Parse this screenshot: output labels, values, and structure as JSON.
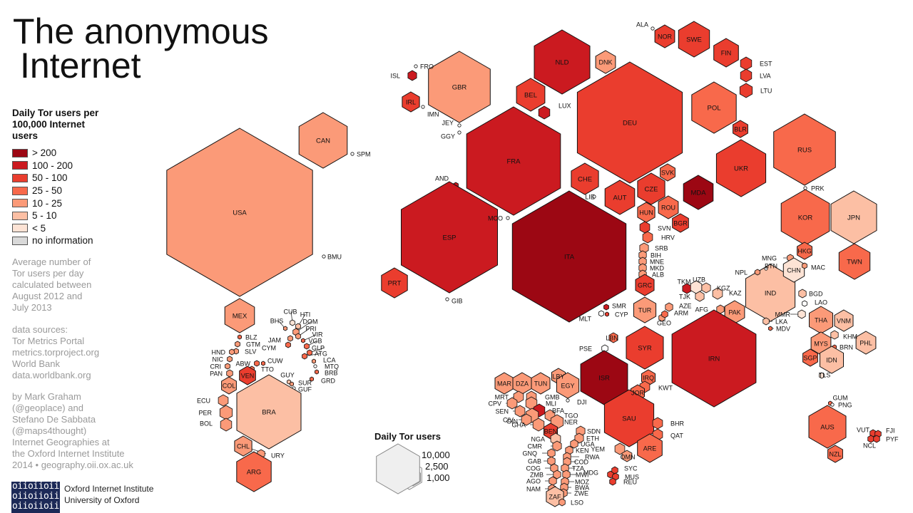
{
  "title": {
    "line1": "The anonymous",
    "line2": "Internet"
  },
  "legend": {
    "title": "Daily Tor users per 100,000 Internet users",
    "items": [
      {
        "label": "> 200",
        "color": "#9c0713"
      },
      {
        "label": "100 - 200",
        "color": "#cb1a20"
      },
      {
        "label": "50 - 100",
        "color": "#ea3d2e"
      },
      {
        "label": "25 - 50",
        "color": "#f8694b"
      },
      {
        "label": "10 - 25",
        "color": "#fb9a78"
      },
      {
        "label": "5 - 10",
        "color": "#fcbfa4"
      },
      {
        "label": "< 5",
        "color": "#fde3d5"
      },
      {
        "label": "no information",
        "color": "#d9d9d9"
      }
    ]
  },
  "description": "Average number of\nTor users per day\ncalculated between\nAugust 2012 and\nJuly 2013",
  "sources": "data sources:\nTor Metrics Portal\nmetrics.torproject.org\nWorld Bank\ndata.worldbank.org",
  "credits": "by Mark Graham\n(@geoplace) and\nStefano De Sabbata\n(@maps4thought)\nInternet Geographies at\nthe Oxford Internet Institute\n2014 • geography.oii.ox.ac.uk",
  "logo": {
    "rows": [
      "oiioiioii",
      "oiioiioii",
      "oiioiioii"
    ]
  },
  "org": "Oxford Internet Institute\nUniversity of Oxford",
  "size_legend": {
    "title": "Daily Tor users",
    "labels": [
      "10,000",
      "2,500",
      "1,000"
    ]
  },
  "countries": [
    {
      "code": "USA",
      "cls": 4
    },
    {
      "code": "CAN",
      "cls": 4
    },
    {
      "code": "SPM",
      "cls": -1
    },
    {
      "code": "BMU",
      "cls": -1
    },
    {
      "code": "MEX",
      "cls": 4
    },
    {
      "code": "BLZ",
      "cls": 3
    },
    {
      "code": "GTM",
      "cls": 4
    },
    {
      "code": "SLV",
      "cls": 4
    },
    {
      "code": "HND",
      "cls": 4
    },
    {
      "code": "NIC",
      "cls": 4
    },
    {
      "code": "CRI",
      "cls": 4
    },
    {
      "code": "PAN",
      "cls": 4
    },
    {
      "code": "CUB",
      "cls": 6
    },
    {
      "code": "HTI",
      "cls": 5
    },
    {
      "code": "BHS",
      "cls": 4
    },
    {
      "code": "DOM",
      "cls": 4
    },
    {
      "code": "PRI",
      "cls": 4
    },
    {
      "code": "JAM",
      "cls": 4
    },
    {
      "code": "VIR",
      "cls": 3
    },
    {
      "code": "CYM",
      "cls": 3
    },
    {
      "code": "VGB",
      "cls": 3
    },
    {
      "code": "GLP",
      "cls": 3
    },
    {
      "code": "ATG",
      "cls": 3
    },
    {
      "code": "ABW",
      "cls": 3
    },
    {
      "code": "CUW",
      "cls": 3
    },
    {
      "code": "LCA",
      "cls": 4
    },
    {
      "code": "MTQ",
      "cls": -1
    },
    {
      "code": "BRB",
      "cls": 3
    },
    {
      "code": "TTO",
      "cls": 3
    },
    {
      "code": "GRD",
      "cls": 3
    },
    {
      "code": "VEN",
      "cls": 2
    },
    {
      "code": "COL",
      "cls": 4
    },
    {
      "code": "GUY",
      "cls": 5
    },
    {
      "code": "SUR",
      "cls": 4
    },
    {
      "code": "GUF",
      "cls": -1
    },
    {
      "code": "ECU",
      "cls": 4
    },
    {
      "code": "BRA",
      "cls": 5
    },
    {
      "code": "PER",
      "cls": 4
    },
    {
      "code": "BOL",
      "cls": 4
    },
    {
      "code": "CHL",
      "cls": 4
    },
    {
      "code": "URY",
      "cls": 4
    },
    {
      "code": "ARG",
      "cls": 3
    },
    {
      "code": "ISL",
      "cls": 1
    },
    {
      "code": "FRO",
      "cls": -1
    },
    {
      "code": "IRL",
      "cls": 2
    },
    {
      "code": "GBR",
      "cls": 4
    },
    {
      "code": "IMN",
      "cls": -1
    },
    {
      "code": "JEY",
      "cls": -1
    },
    {
      "code": "GGY",
      "cls": -1
    },
    {
      "code": "FRA",
      "cls": 1
    },
    {
      "code": "AND",
      "cls": 1
    },
    {
      "code": "ESP",
      "cls": 1
    },
    {
      "code": "MCO",
      "cls": -1
    },
    {
      "code": "PRT",
      "cls": 2
    },
    {
      "code": "GIB",
      "cls": -1
    },
    {
      "code": "ITA",
      "cls": 0
    },
    {
      "code": "NLD",
      "cls": 1
    },
    {
      "code": "BEL",
      "cls": 2
    },
    {
      "code": "LUX",
      "cls": 1
    },
    {
      "code": "DNK",
      "cls": 4
    },
    {
      "code": "DEU",
      "cls": 2
    },
    {
      "code": "CHE",
      "cls": 2
    },
    {
      "code": "LIE",
      "cls": -1
    },
    {
      "code": "AUT",
      "cls": 2
    },
    {
      "code": "CZE",
      "cls": 2
    },
    {
      "code": "SVK",
      "cls": 3
    },
    {
      "code": "ALA",
      "cls": -1
    },
    {
      "code": "NOR",
      "cls": 2
    },
    {
      "code": "SWE",
      "cls": 2
    },
    {
      "code": "FIN",
      "cls": 2
    },
    {
      "code": "EST",
      "cls": 2
    },
    {
      "code": "LVA",
      "cls": 2
    },
    {
      "code": "LTU",
      "cls": 2
    },
    {
      "code": "POL",
      "cls": 3
    },
    {
      "code": "BLR",
      "cls": 2
    },
    {
      "code": "UKR",
      "cls": 2
    },
    {
      "code": "RUS",
      "cls": 3
    },
    {
      "code": "MDA",
      "cls": 0
    },
    {
      "code": "HUN",
      "cls": 3
    },
    {
      "code": "ROU",
      "cls": 3
    },
    {
      "code": "BGR",
      "cls": 2
    },
    {
      "code": "SVN",
      "cls": 2
    },
    {
      "code": "HRV",
      "cls": 3
    },
    {
      "code": "SRB",
      "cls": 4
    },
    {
      "code": "BIH",
      "cls": 4
    },
    {
      "code": "MNE",
      "cls": 4
    },
    {
      "code": "MKD",
      "cls": 4
    },
    {
      "code": "ALB",
      "cls": 4
    },
    {
      "code": "GRC",
      "cls": 2
    },
    {
      "code": "SMR",
      "cls": 1
    },
    {
      "code": "MLT",
      "cls": -1
    },
    {
      "code": "CYP",
      "cls": 2
    },
    {
      "code": "TUR",
      "cls": 4
    },
    {
      "code": "GEO",
      "cls": 4
    },
    {
      "code": "ARM",
      "cls": 3
    },
    {
      "code": "AZE",
      "cls": 4
    },
    {
      "code": "TKM",
      "cls": 1
    },
    {
      "code": "UZB",
      "cls": 6
    },
    {
      "code": "KGZ",
      "cls": 5
    },
    {
      "code": "TJK",
      "cls": 5
    },
    {
      "code": "KAZ",
      "cls": 5
    },
    {
      "code": "AFG",
      "cls": 4
    },
    {
      "code": "PAK",
      "cls": 4
    },
    {
      "code": "IND",
      "cls": 5
    },
    {
      "code": "NPL",
      "cls": 4
    },
    {
      "code": "BTN",
      "cls": -1
    },
    {
      "code": "MNG",
      "cls": 4
    },
    {
      "code": "CHN",
      "cls": 6
    },
    {
      "code": "PRK",
      "cls": -1
    },
    {
      "code": "KOR",
      "cls": 3
    },
    {
      "code": "JPN",
      "cls": 5
    },
    {
      "code": "HKG",
      "cls": 3
    },
    {
      "code": "MAC",
      "cls": 4
    },
    {
      "code": "TWN",
      "cls": 3
    },
    {
      "code": "BGD",
      "cls": 5
    },
    {
      "code": "LKA",
      "cls": 5
    },
    {
      "code": "MDV",
      "cls": 3
    },
    {
      "code": "MMR",
      "cls": 6
    },
    {
      "code": "LAO",
      "cls": -1
    },
    {
      "code": "THA",
      "cls": 4
    },
    {
      "code": "VNM",
      "cls": 5
    },
    {
      "code": "KHM",
      "cls": 5
    },
    {
      "code": "MYS",
      "cls": 4
    },
    {
      "code": "BRN",
      "cls": 3
    },
    {
      "code": "PHL",
      "cls": 5
    },
    {
      "code": "SGP",
      "cls": 3
    },
    {
      "code": "IDN",
      "cls": 5
    },
    {
      "code": "TLS",
      "cls": 6
    },
    {
      "code": "LBN",
      "cls": 3
    },
    {
      "code": "PSE",
      "cls": -1
    },
    {
      "code": "SYR",
      "cls": 2
    },
    {
      "code": "IRN",
      "cls": 1
    },
    {
      "code": "ISR",
      "cls": 0
    },
    {
      "code": "IRQ",
      "cls": 3
    },
    {
      "code": "KWT",
      "cls": 3
    },
    {
      "code": "JOR",
      "cls": 3
    },
    {
      "code": "SAU",
      "cls": 2
    },
    {
      "code": "BHR",
      "cls": 3
    },
    {
      "code": "QAT",
      "cls": 3
    },
    {
      "code": "ARE",
      "cls": 3
    },
    {
      "code": "YEM",
      "cls": 4
    },
    {
      "code": "OMN",
      "cls": 4
    },
    {
      "code": "MAR",
      "cls": 4
    },
    {
      "code": "DZA",
      "cls": 4
    },
    {
      "code": "TUN",
      "cls": 4
    },
    {
      "code": "LBY",
      "cls": 4
    },
    {
      "code": "EGY",
      "cls": 4
    },
    {
      "code": "DJI",
      "cls": -1
    },
    {
      "code": "MRT",
      "cls": 4
    },
    {
      "code": "GMB",
      "cls": 4
    },
    {
      "code": "MLI",
      "cls": 4
    },
    {
      "code": "CPV",
      "cls": 4
    },
    {
      "code": "SEN",
      "cls": 4
    },
    {
      "code": "BFA",
      "cls": 1
    },
    {
      "code": "GIN",
      "cls": 4
    },
    {
      "code": "CIV",
      "cls": 4
    },
    {
      "code": "TGO",
      "cls": 4
    },
    {
      "code": "GHA",
      "cls": 4
    },
    {
      "code": "NER",
      "cls": 4
    },
    {
      "code": "BEN",
      "cls": 2
    },
    {
      "code": "NGA",
      "cls": 5
    },
    {
      "code": "SDN",
      "cls": 4
    },
    {
      "code": "ETH",
      "cls": 4
    },
    {
      "code": "CMR",
      "cls": 4
    },
    {
      "code": "UGA",
      "cls": 4
    },
    {
      "code": "KEN",
      "cls": 4
    },
    {
      "code": "GNQ",
      "cls": 4
    },
    {
      "code": "RWA",
      "cls": 4
    },
    {
      "code": "GAB",
      "cls": 4
    },
    {
      "code": "COD",
      "cls": 4
    },
    {
      "code": "COG",
      "cls": 4
    },
    {
      "code": "TZA",
      "cls": 4
    },
    {
      "code": "ZMB",
      "cls": 4
    },
    {
      "code": "MWI",
      "cls": 4
    },
    {
      "code": "AGO",
      "cls": 4
    },
    {
      "code": "MOZ",
      "cls": 4
    },
    {
      "code": "NAM",
      "cls": 4
    },
    {
      "code": "BWA",
      "cls": 4
    },
    {
      "code": "ZWE",
      "cls": 4
    },
    {
      "code": "ZAF",
      "cls": 5
    },
    {
      "code": "LSO",
      "cls": 4
    },
    {
      "code": "MDG",
      "cls": 2
    },
    {
      "code": "SYC",
      "cls": 2
    },
    {
      "code": "MUS",
      "cls": 2
    },
    {
      "code": "REU",
      "cls": 2
    },
    {
      "code": "GUM",
      "cls": 3
    },
    {
      "code": "PNG",
      "cls": -1
    },
    {
      "code": "AUS",
      "cls": 3
    },
    {
      "code": "NZL",
      "cls": 3
    },
    {
      "code": "VUT",
      "cls": 2
    },
    {
      "code": "FJI",
      "cls": 2
    },
    {
      "code": "NCL",
      "cls": 2
    },
    {
      "code": "PYF",
      "cls": 2
    }
  ]
}
